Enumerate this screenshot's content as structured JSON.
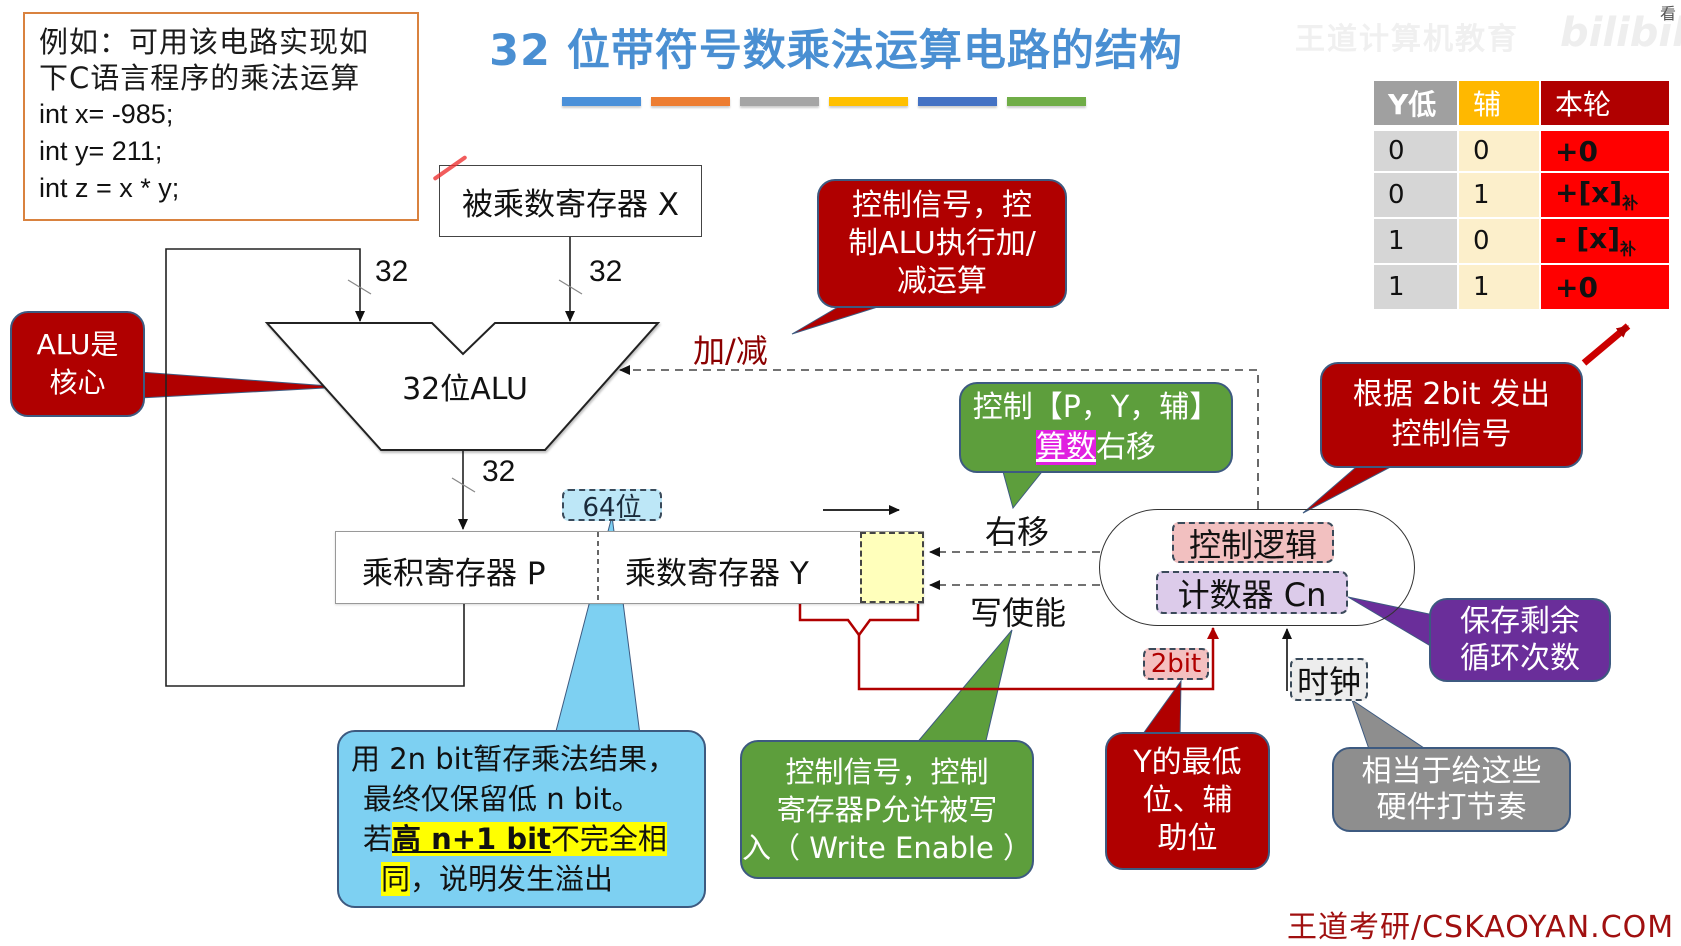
{
  "title": "32 位带符号数乘法运算电路的结构",
  "title_bar_colors": [
    "#4A90D9",
    "#ED7D31",
    "#A5A5A5",
    "#FFC000",
    "#4472C4",
    "#70AD47"
  ],
  "watermark": {
    "text": "王道计算机教育",
    "logo": "bilibili",
    "corner_char": "看"
  },
  "code_example": {
    "intro_lines": [
      "例如：可用该电路实现如",
      "下C语言程序的乘法运算"
    ],
    "code_lines": [
      "int x= -985;",
      "int y= 211;",
      "int z = x * y;"
    ]
  },
  "diagram": {
    "multiplicand_register": "被乘数寄存器 X",
    "alu": "32位ALU",
    "product_register": "乘积寄存器 P",
    "multiplier_register": "乘数寄存器 Y",
    "bus_widths": [
      "32",
      "32",
      "32"
    ],
    "width_tag": "64位",
    "add_sub_signal": "加/减",
    "shift_signal": "右移",
    "write_enable_signal": "写使能",
    "control_logic": "控制逻辑",
    "counter": "计数器 Cn",
    "two_bit_tag": "2bit",
    "clock": "时钟"
  },
  "callouts": {
    "alu_core": [
      "ALU是",
      "核心"
    ],
    "add_sub": [
      "控制信号，控",
      "制ALU执行加/",
      "减运算"
    ],
    "shift": {
      "line1": "控制【P，Y，辅】",
      "line2_highlight": "算数",
      "line2_rest": "右移"
    },
    "control_from_2bit": [
      "根据 2bit 发出",
      "控制信号"
    ],
    "counter_note": [
      "保存剩余",
      "循环次数"
    ],
    "overflow": {
      "line1": "用 2n bit暂存乘法结果，",
      "line2": "最终仅保留低 n bit。",
      "line3_prefix": "若",
      "line3_bold": "高 n+1 bit",
      "line3_rest": "不完全相",
      "line4_highlight": "同",
      "line4_rest": "，说明发生溢出"
    },
    "write_enable": [
      "控制信号，控制",
      "寄存器P允许被写",
      "入（ Write Enable ）"
    ],
    "y_bits": [
      "Y的最低",
      "位、辅",
      "助位"
    ],
    "clock_note": [
      "相当于给这些",
      "硬件打节奏"
    ]
  },
  "booth_table": {
    "headers": [
      "Y低",
      "辅",
      "本轮"
    ],
    "rows": [
      {
        "y_low": "0",
        "aux": "0",
        "op": "+0",
        "sub": ""
      },
      {
        "y_low": "0",
        "aux": "1",
        "op": "+[x]",
        "sub": "补"
      },
      {
        "y_low": "1",
        "aux": "0",
        "op": "- [x]",
        "sub": "补"
      },
      {
        "y_low": "1",
        "aux": "1",
        "op": "+0",
        "sub": ""
      }
    ]
  },
  "footer": "王道考研/CSKAOYAN.COM"
}
